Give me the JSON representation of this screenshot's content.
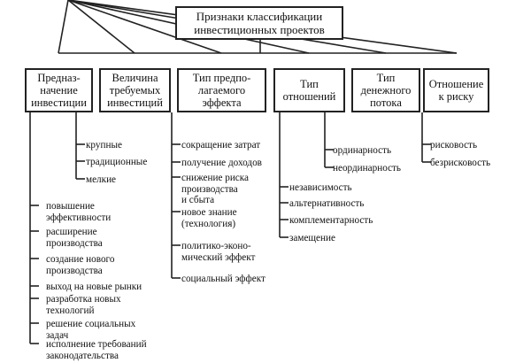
{
  "root": "Признаки классификации\nинвестиционных проектов",
  "categories": [
    {
      "title": "Предназ-\nначение\nинвестиции",
      "items": [
        "повышение\nэффективности",
        "расширение\nпроизводства",
        "создание нового\nпроизводства",
        "выход на новые рынки",
        "разработка новых\nтехнологий",
        "решение социальных\nзадач",
        "исполнение требований\nзаконодательства"
      ]
    },
    {
      "title": "Величина\nтребуемых\nинвестиций",
      "items": [
        "крупные",
        "традиционные",
        "мелкие"
      ]
    },
    {
      "title": "Тип предпо-\nлагаемого\nэффекта",
      "items": [
        "сокращение затрат",
        "получение доходов",
        "снижение риска\nпроизводства\nи сбыта",
        "новое знание\n(технология)",
        "политико-эконо-\nмический эффект",
        "социальный эффект"
      ]
    },
    {
      "title": "Тип\nотношений",
      "items": [
        "независимость",
        "альтернативность",
        "комплементарность",
        "замещение"
      ]
    },
    {
      "title": "Тип\nденежного\nпотока",
      "items": [
        "ординарность",
        "неординарность"
      ]
    },
    {
      "title": "Отношение\nк риску",
      "items": [
        "рисковость",
        "безрисковость"
      ]
    }
  ]
}
